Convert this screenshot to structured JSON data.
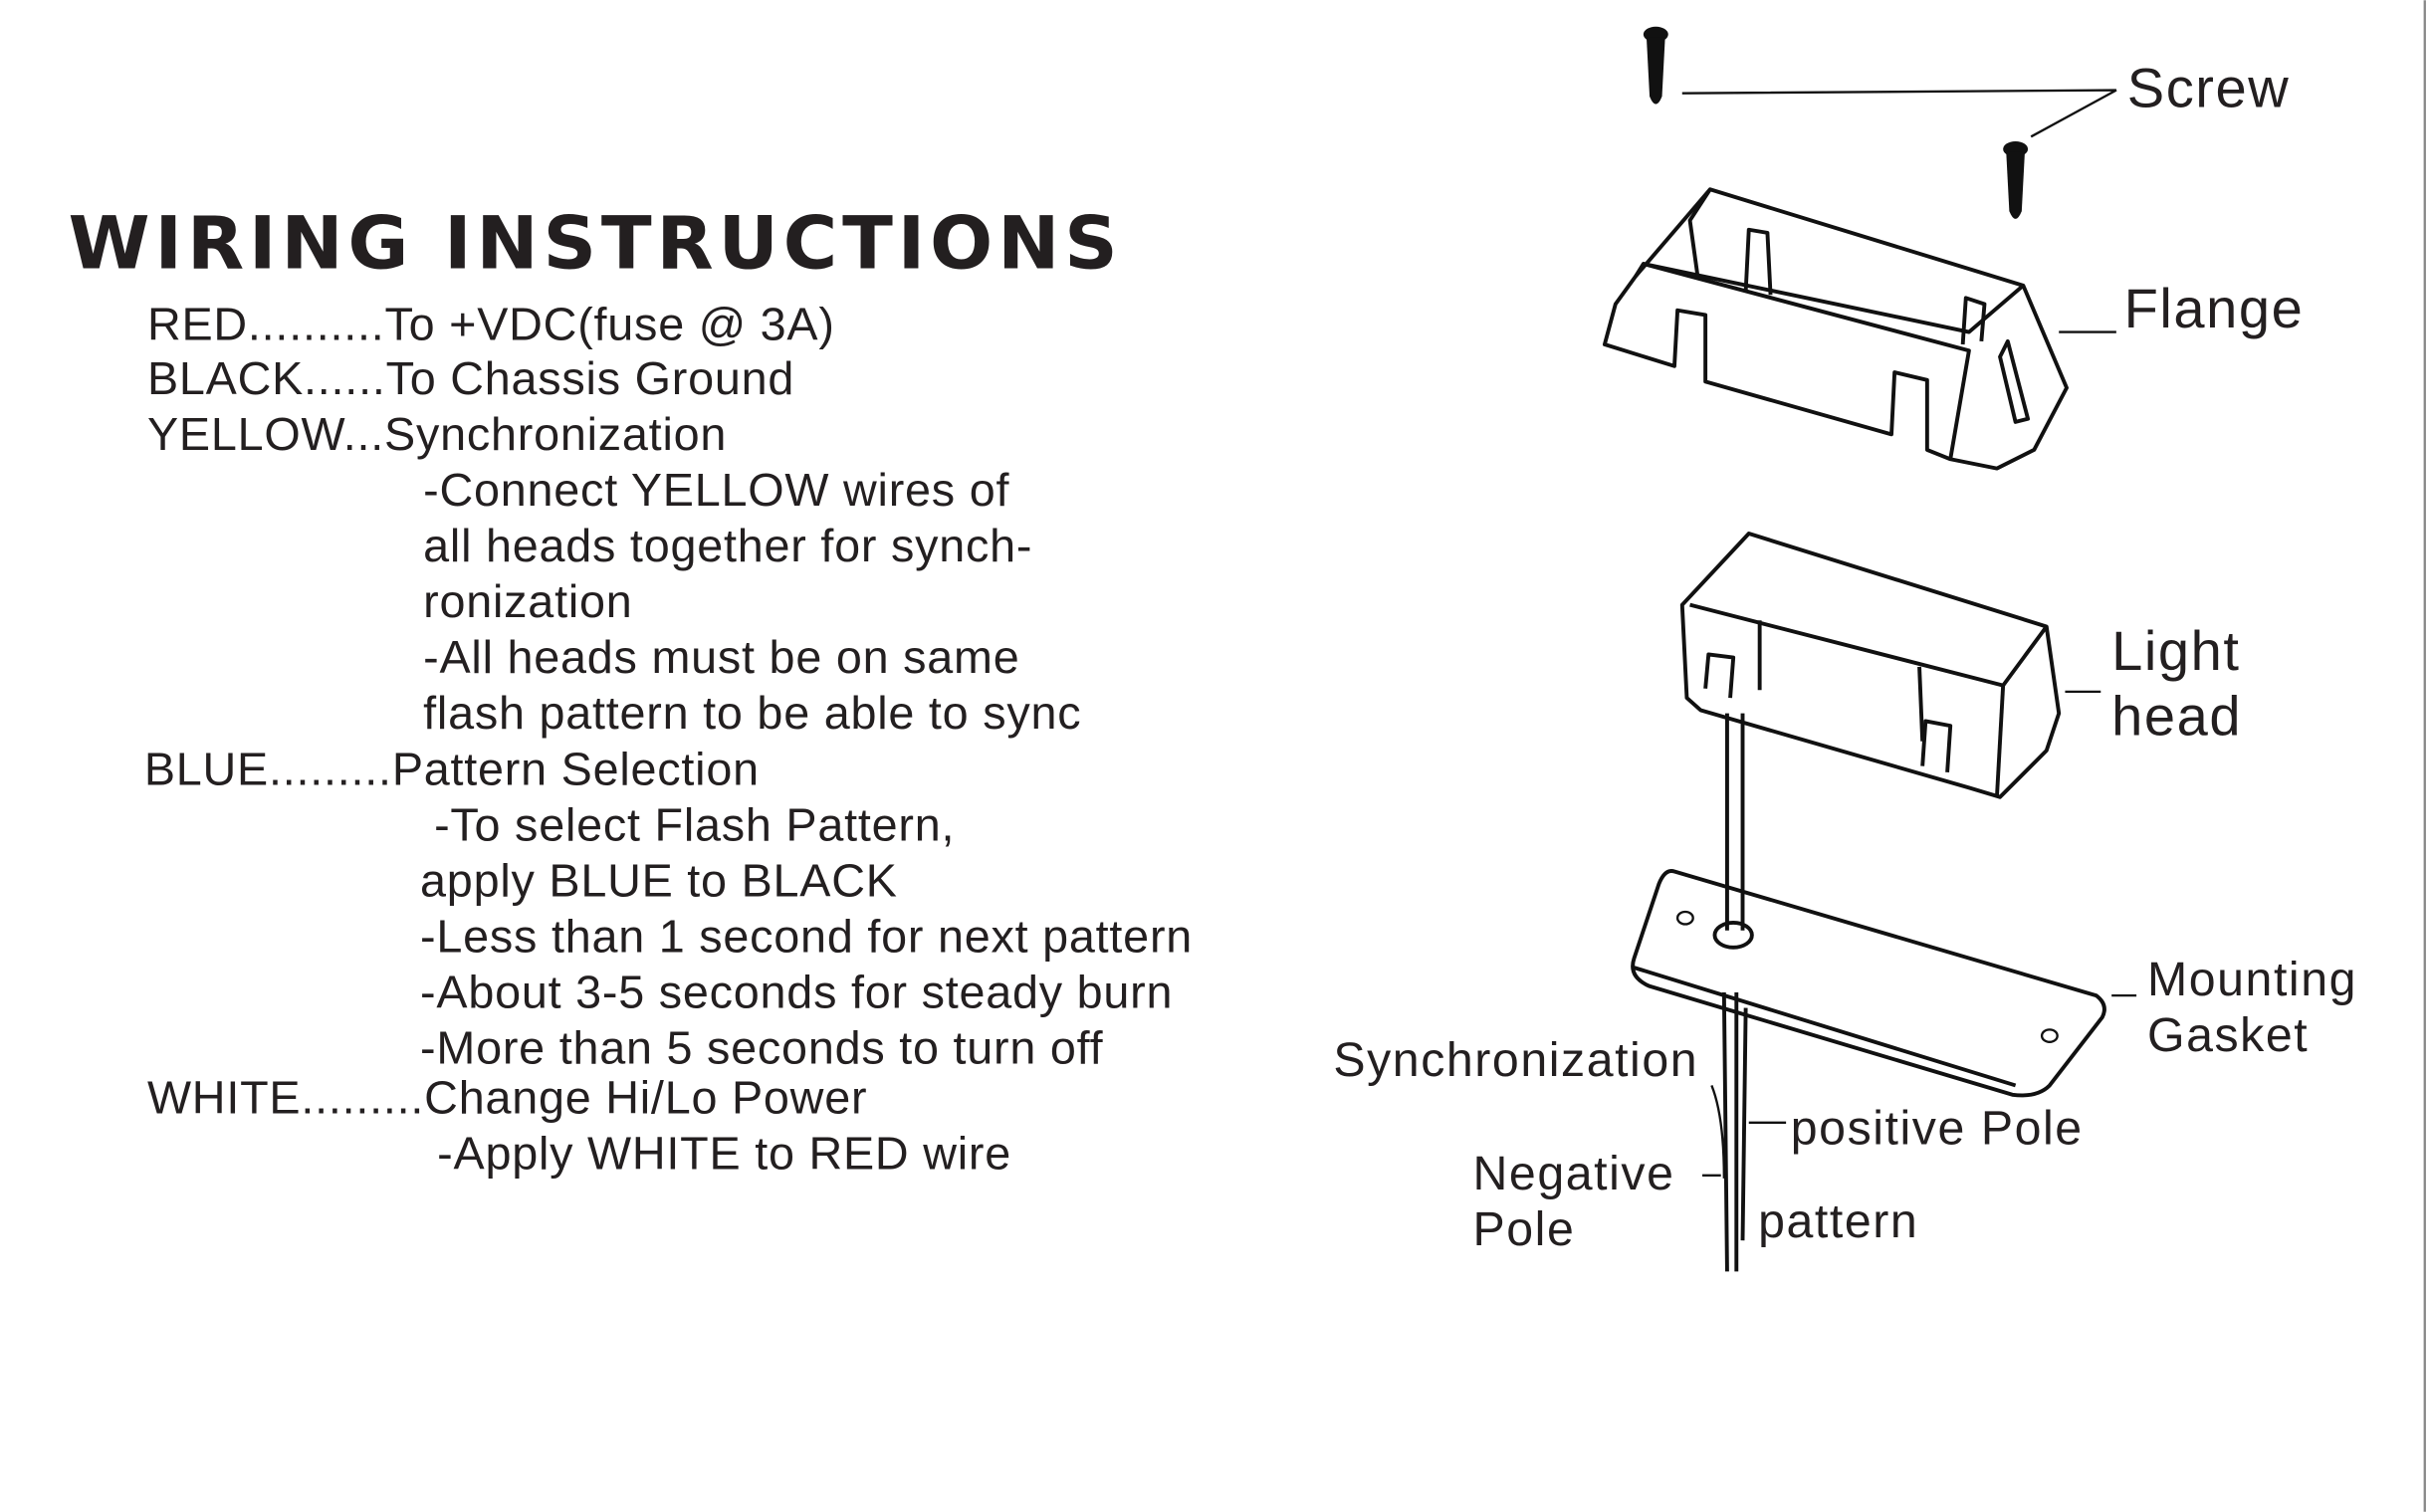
{
  "title": "WIRING INSTRUCTIONS",
  "lines": [
    "RED..........To +VDC(fuse @ 3A)",
    "BLACK......To Chassis Ground",
    "YELLOW...Synchronization",
    "-Connect YELLOW wires of",
    "all heads together for synch-",
    "ronization",
    "-All heads must be on same",
    "flash pattern to be able to sync",
    "BLUE.........Pattern Selection",
    "-To select Flash Pattern,",
    "apply BLUE to BLACK",
    "-Less than 1 second for next pattern",
    "-About 3-5 seconds for steady burn",
    "-More than 5 seconds to turn off",
    "WHITE.........Change Hi/Lo Power",
    "-Apply WHITE to RED wire"
  ],
  "diagram": {
    "screw": "Screw",
    "flange": "Flange",
    "light_head_1": "Light",
    "light_head_2": "head",
    "gasket_1": "Mounting",
    "gasket_2": "Gasket",
    "sync": "Synchronization",
    "positive": "positive Pole",
    "negative_1": "Negative",
    "negative_2": "Pole",
    "pattern": "pattern"
  }
}
